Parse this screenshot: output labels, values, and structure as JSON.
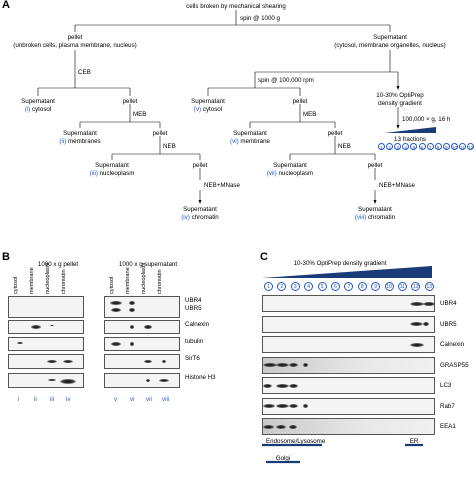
{
  "panelA": {
    "label": "A",
    "top": "cells broken by mechanical shearing",
    "spin1": "spin @ 1000 g",
    "pellet": "pellet",
    "pellet_desc": "(unbroken cells, plasma membrane, nucleus)",
    "supernatant": "Supernatant",
    "super_desc": "(cytosol, membrane organelles, nucleus)",
    "ceb": "CEB",
    "meb": "MEB",
    "neb": "NEB",
    "neb_mnase": "NEB+MNase",
    "spin2": "spin @ 100,000 rpm",
    "optiprep1": "10-30% OptiPrep",
    "optiprep2": "density gradient",
    "spin3": "100,000 × g, 16 h",
    "fractions": "13 fractions",
    "sup_word": "Supernatant",
    "pellet_word": "pellet",
    "cytosol": "cytosol",
    "membranes": "membranes",
    "membrane": "membrane",
    "nucleoplasm": "nucleoplasm",
    "chromatin": "chromatin",
    "r_i": "(i)",
    "r_ii": "(ii)",
    "r_iii": "(iii)",
    "r_iv": "(iv)",
    "r_v": "(v)",
    "r_vi": "(vi)",
    "r_vii": "(vii)",
    "r_viii": "(viii)",
    "circles": [
      "1",
      "2",
      "3",
      "4",
      "5",
      "6",
      "7",
      "8",
      "9",
      "10",
      "11",
      "12",
      "13"
    ]
  },
  "panelB": {
    "label": "B",
    "title_left": "1000 x g pellet",
    "title_right": "1000 x g supernatant",
    "lanes": [
      "cytosol",
      "membrane",
      "nucleoplasm",
      "chromatin"
    ],
    "rows": [
      "UBR4",
      "UBR5",
      "Calnexin",
      "tubulin",
      "SirT6",
      "Histone H3"
    ],
    "roman": [
      "i",
      "ii",
      "iii",
      "iv",
      "v",
      "vi",
      "vii",
      "viii"
    ]
  },
  "panelC": {
    "label": "C",
    "title": "10-30% OptiPrep density gradient",
    "circles": [
      "1",
      "2",
      "3",
      "4",
      "5",
      "6",
      "7",
      "8",
      "9",
      "10",
      "11",
      "12",
      "13"
    ],
    "rows": [
      "UBR4",
      "UBR5",
      "Calnexin",
      "GRASP55",
      "LC3",
      "Rab7",
      "EEA1"
    ],
    "endo": "Endosome/Lysosome",
    "er": "ER",
    "golgi": "Golgi"
  }
}
